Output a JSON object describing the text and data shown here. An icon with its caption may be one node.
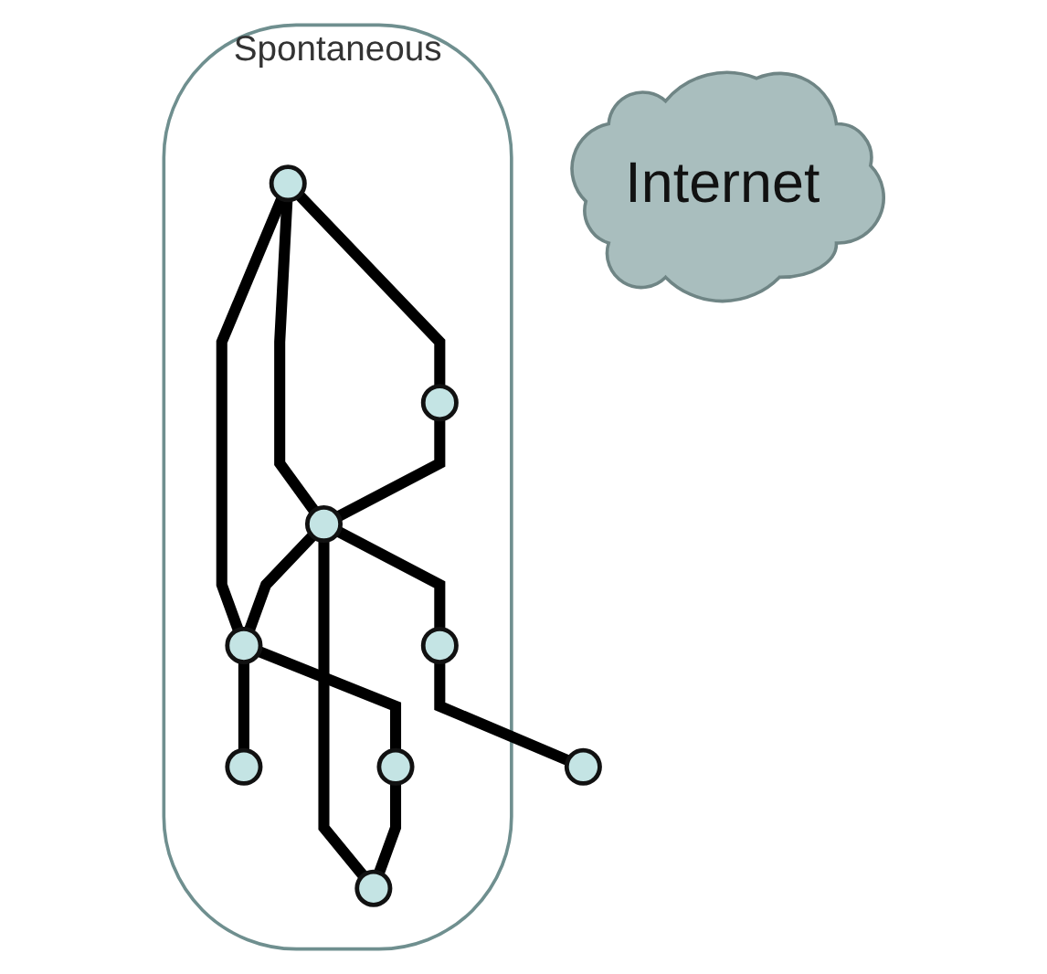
{
  "diagram": {
    "nodes": [
      {
        "text": [
          "Internet"
        ]
      },
      {
        "text": [
          "Spontaneous"
        ]
      },
      {
        "text": [],
        "shape": "circle",
        "in": 1
      },
      {
        "text": [],
        "shape": "circle"
      },
      {
        "text": [],
        "shape": "circle",
        "in": 1
      },
      {
        "text": [],
        "shape": "circle",
        "in": 1
      },
      {
        "text": [],
        "shape": "circle",
        "in": 1
      },
      {
        "text": [],
        "shape": "circle",
        "in": 1
      },
      {
        "text": [],
        "shape": "circle",
        "in": 1
      },
      {
        "text": [],
        "shape": "circle",
        "in": 1
      },
      {
        "text": [],
        "shape": "circle",
        "in": 1
      }
    ],
    "edges": [
      {
        "from": 4,
        "to": 2,
        "arrow": "none"
      },
      {
        "from": 4,
        "to": 6,
        "arrow": "none"
      },
      {
        "from": 2,
        "to": 6,
        "arrow": "none"
      },
      {
        "from": 4,
        "to": 7,
        "arrow": "none"
      },
      {
        "from": 6,
        "to": 5,
        "arrow": "none"
      },
      {
        "from": 5,
        "to": 3,
        "arrow": "none"
      },
      {
        "from": 6,
        "to": 7,
        "arrow": "none"
      },
      {
        "from": 6,
        "to": 8,
        "arrow": "none"
      },
      {
        "from": 7,
        "to": 9,
        "arrow": "none"
      },
      {
        "from": 7,
        "to": 10,
        "arrow": "none"
      },
      {
        "from": 10,
        "to": 8,
        "arrow": "none"
      }
    ]
  }
}
